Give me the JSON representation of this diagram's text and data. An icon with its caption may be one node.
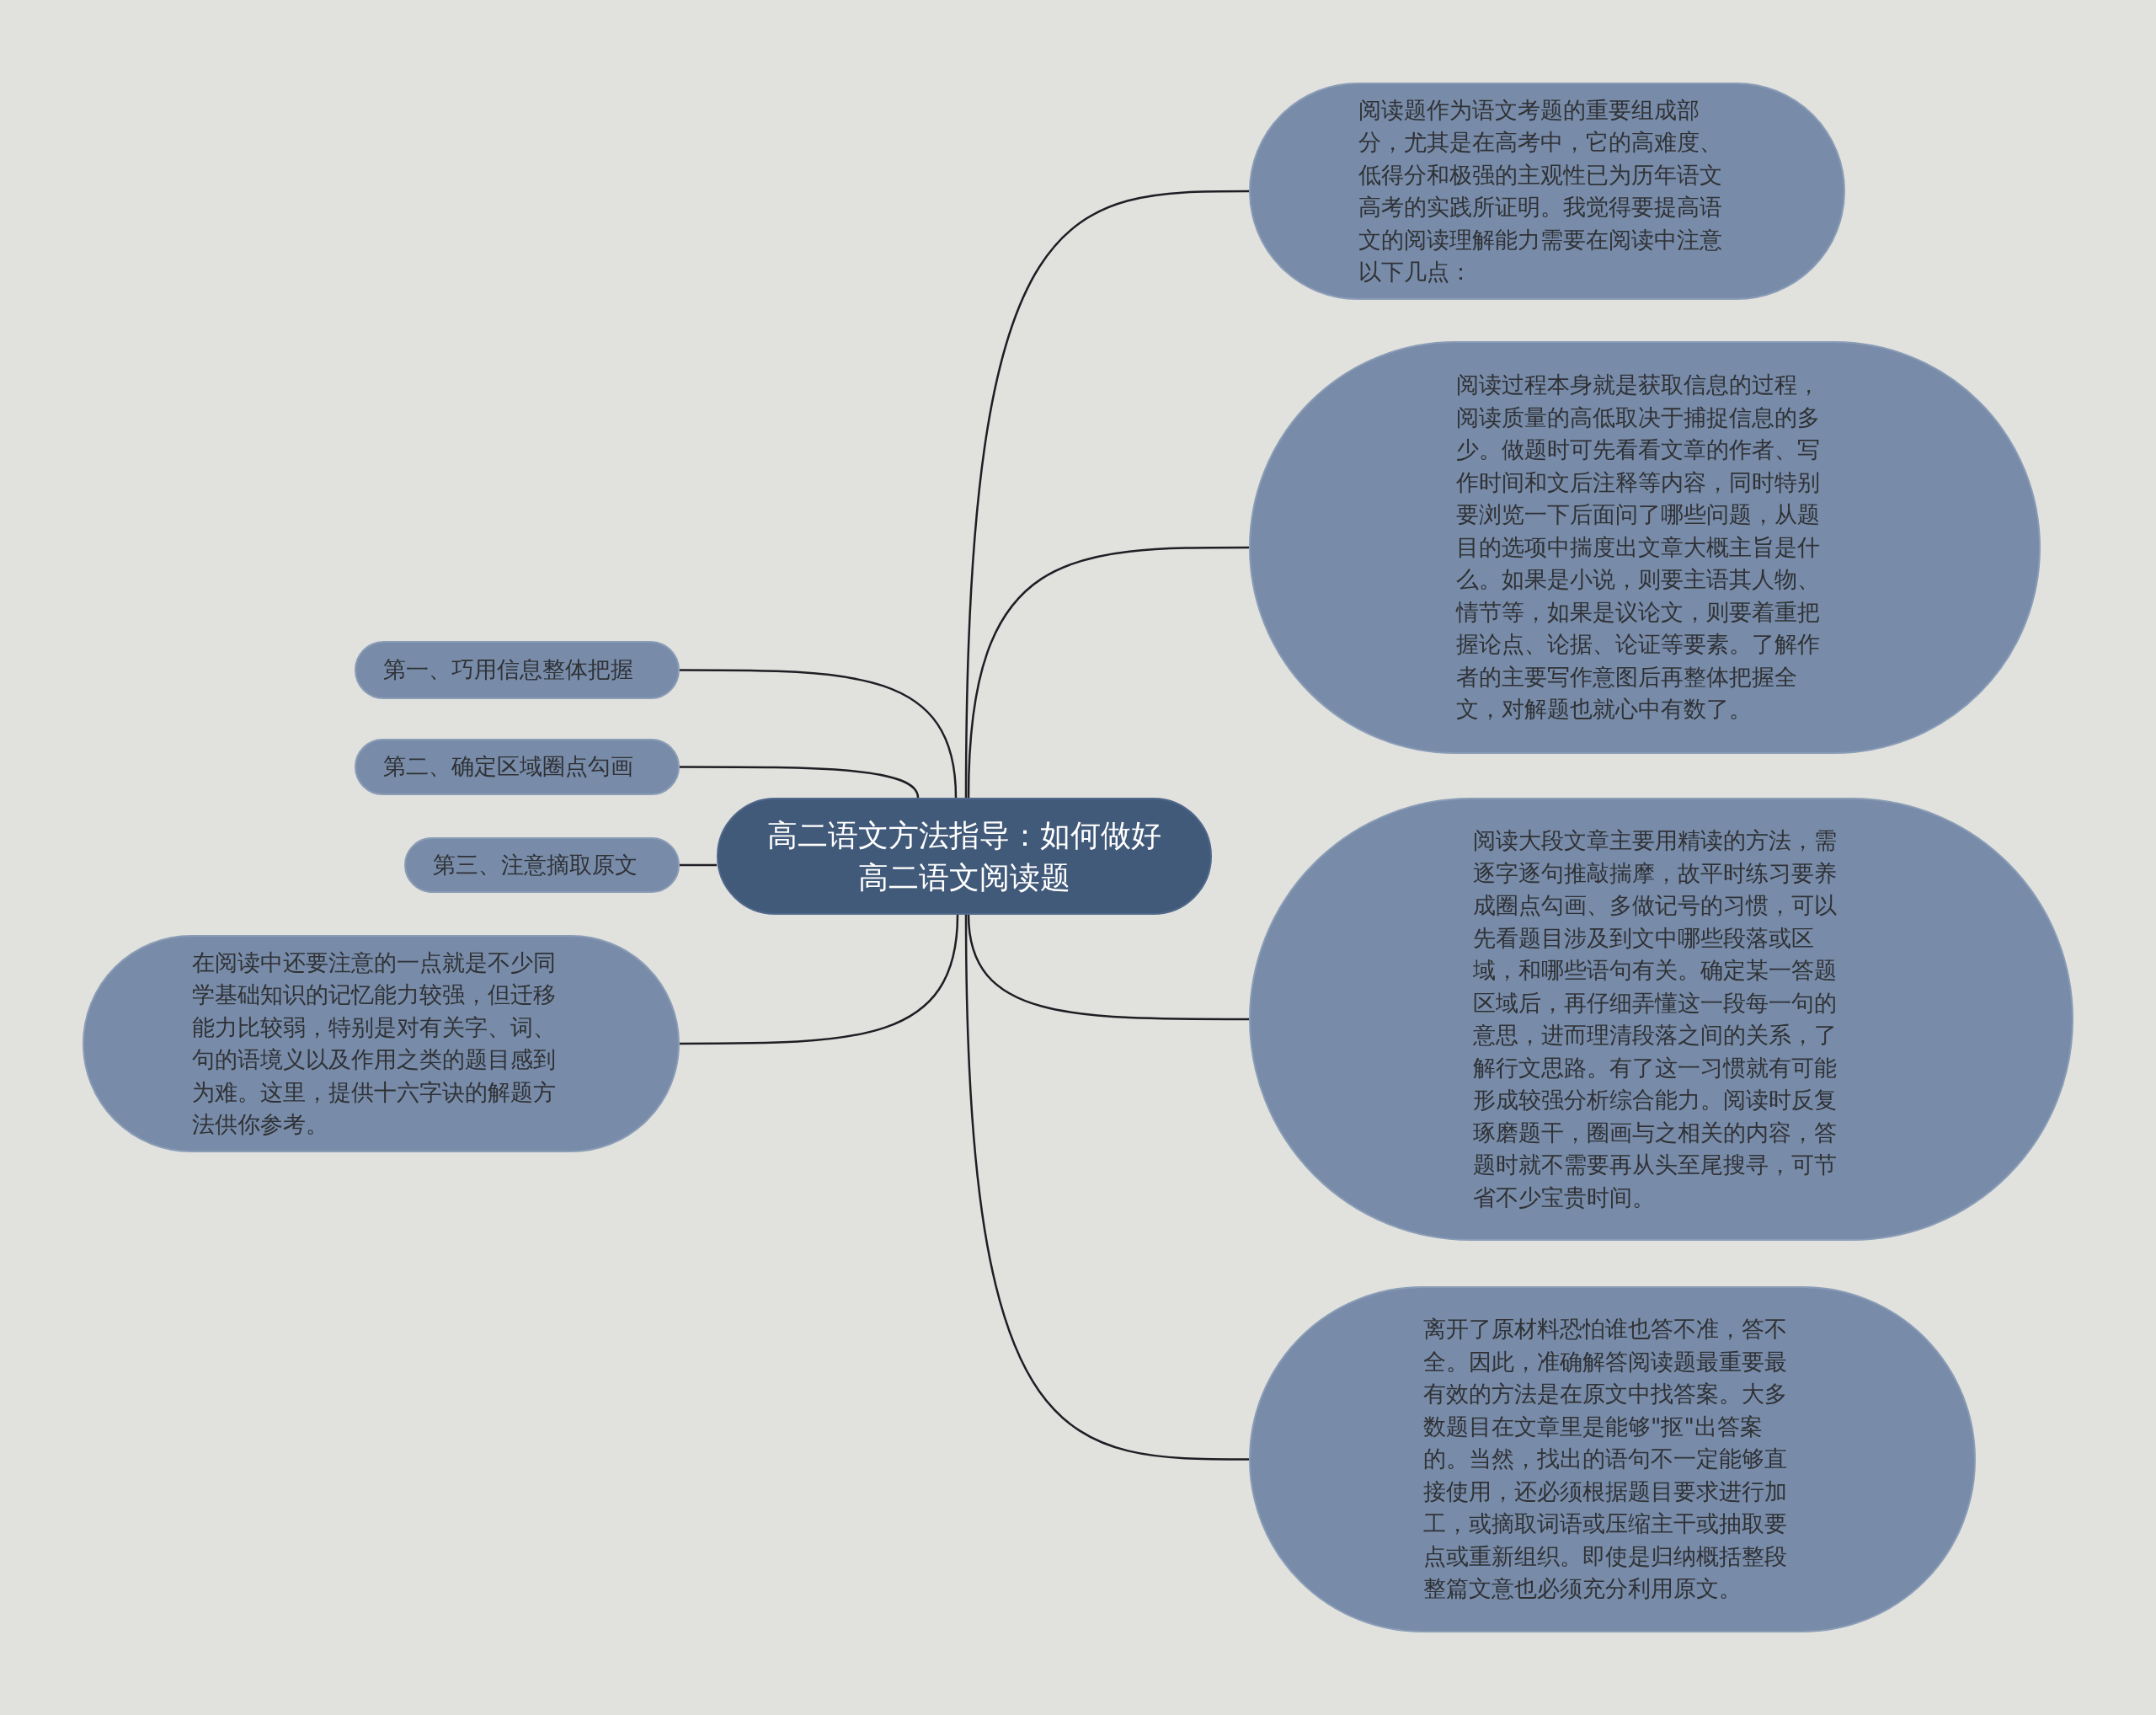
{
  "diagram": {
    "nodes": [
      {
        "text": [
          "高二语文方法指导：如何做好高二语文阅读题"
        ]
      },
      {
        "text": [
          "阅读题作为语文考题的重要组成部分，尤其是在高考中，它的高难度、低得分和极强的主观性已为历年语文高考的实践所证明。我觉得要提高语文的阅读理解能力需要在阅读中注意以下几点："
        ]
      },
      {
        "text": [
          "阅读过程本身就是获取信息的过程，阅读质量的高低取决于捕捉信息的多少。做题时可先看看文章的作者、写作时间和文后注释等内容，同时特别要浏览一下后面问了哪些问题，从题目的选项中揣度出文章大概主旨是什么。如果是小说，则要主语其人物、情节等，如果是议论文，则要着重把握论点、论据、论证等要素。了解作者的主要写作意图后再整体把握全文，对解题也就心中有数了。"
        ]
      },
      {
        "text": [
          "阅读大段文章主要用精读的方法，需逐字逐句推敲揣摩，故平时练习要养成圈点勾画、多做记号的习惯，可以先看题目涉及到文中哪些段落或区域，和哪些语句有关。确定某一答题区域后，再仔细弄懂这一段每一句的意思，进而理清段落之间的关系，了解行文思路。有了这一习惯就有可能形成较强分析综合能力。阅读时反复琢磨题干，圈画与之相关的内容，答题时就不需要再从头至尾搜寻，可节省不少宝贵时间。"
        ]
      },
      {
        "text": [
          "离开了原材料恐怕谁也答不准，答不全。因此，准确解答阅读题最重要最有效的方法是在原文中找答案。大多数题目在文章里是能够\"抠\"出答案的。当然，找出的语句不一定能够直接使用，还必须根据题目要求进行加工，或摘取词语或压缩主干或抽取要点或重新组织。即使是归纳概括整段整篇文意也必须充分利用原文。"
        ]
      },
      {
        "text": [
          "第一、巧用信息整体把握"
        ]
      },
      {
        "text": [
          "第二、确定区域圈点勾画"
        ]
      },
      {
        "text": [
          "第三、注意摘取原文"
        ]
      },
      {
        "text": [
          "在阅读中还要注意的一点就是不少同学基础知识的记忆能力较强，但迁移能力比较弱，特别是对有关字、词、句的语境义以及作用之类的题目感到为难。这里，提供十六字诀的解题方法供你参考。"
        ]
      }
    ],
    "edges": [
      {
        "from": 0,
        "to": 1,
        "arrow": "none"
      },
      {
        "from": 0,
        "to": 2,
        "arrow": "none"
      },
      {
        "from": 0,
        "to": 3,
        "arrow": "none"
      },
      {
        "from": 0,
        "to": 4,
        "arrow": "none"
      },
      {
        "from": 0,
        "to": 5,
        "arrow": "none"
      },
      {
        "from": 0,
        "to": 6,
        "arrow": "none"
      },
      {
        "from": 0,
        "to": 7,
        "arrow": "none"
      },
      {
        "from": 0,
        "to": 8,
        "arrow": "none"
      }
    ]
  }
}
